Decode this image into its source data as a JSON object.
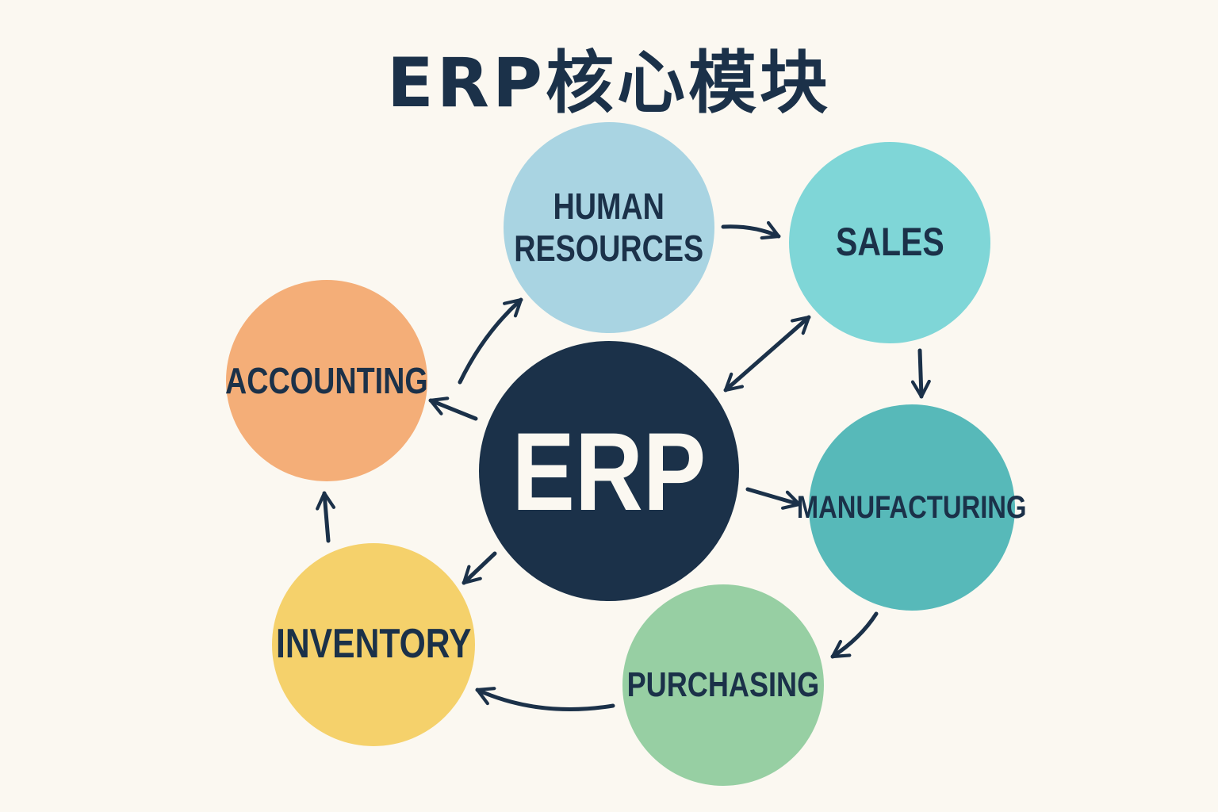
{
  "title": "ERP核心模块",
  "center": {
    "label": "ERP",
    "color": "#1b3149"
  },
  "modules": [
    {
      "id": "human-resources",
      "label": "HUMAN\nRESOURCES",
      "color": "#a9d4e2"
    },
    {
      "id": "sales",
      "label": "SALES",
      "color": "#7fd6d7"
    },
    {
      "id": "accounting",
      "label": "ACCOUNTING",
      "color": "#f4ae78"
    },
    {
      "id": "manufacturing",
      "label": "MANUFACTURING",
      "color": "#57b9b9"
    },
    {
      "id": "purchasing",
      "label": "PURCHASING",
      "color": "#97cfa3"
    },
    {
      "id": "inventory",
      "label": "INVENTORY",
      "color": "#f5d16b"
    }
  ],
  "connections": [
    {
      "from": "human-resources",
      "to": "sales"
    },
    {
      "from": "sales",
      "to": "ERP",
      "bidirectional": true
    },
    {
      "from": "sales",
      "to": "manufacturing"
    },
    {
      "from": "ERP",
      "to": "manufacturing"
    },
    {
      "from": "manufacturing",
      "to": "purchasing"
    },
    {
      "from": "purchasing",
      "to": "inventory"
    },
    {
      "from": "ERP",
      "to": "inventory"
    },
    {
      "from": "inventory",
      "to": "accounting"
    },
    {
      "from": "ERP",
      "to": "accounting"
    },
    {
      "from": "accounting",
      "to": "human-resources"
    }
  ]
}
